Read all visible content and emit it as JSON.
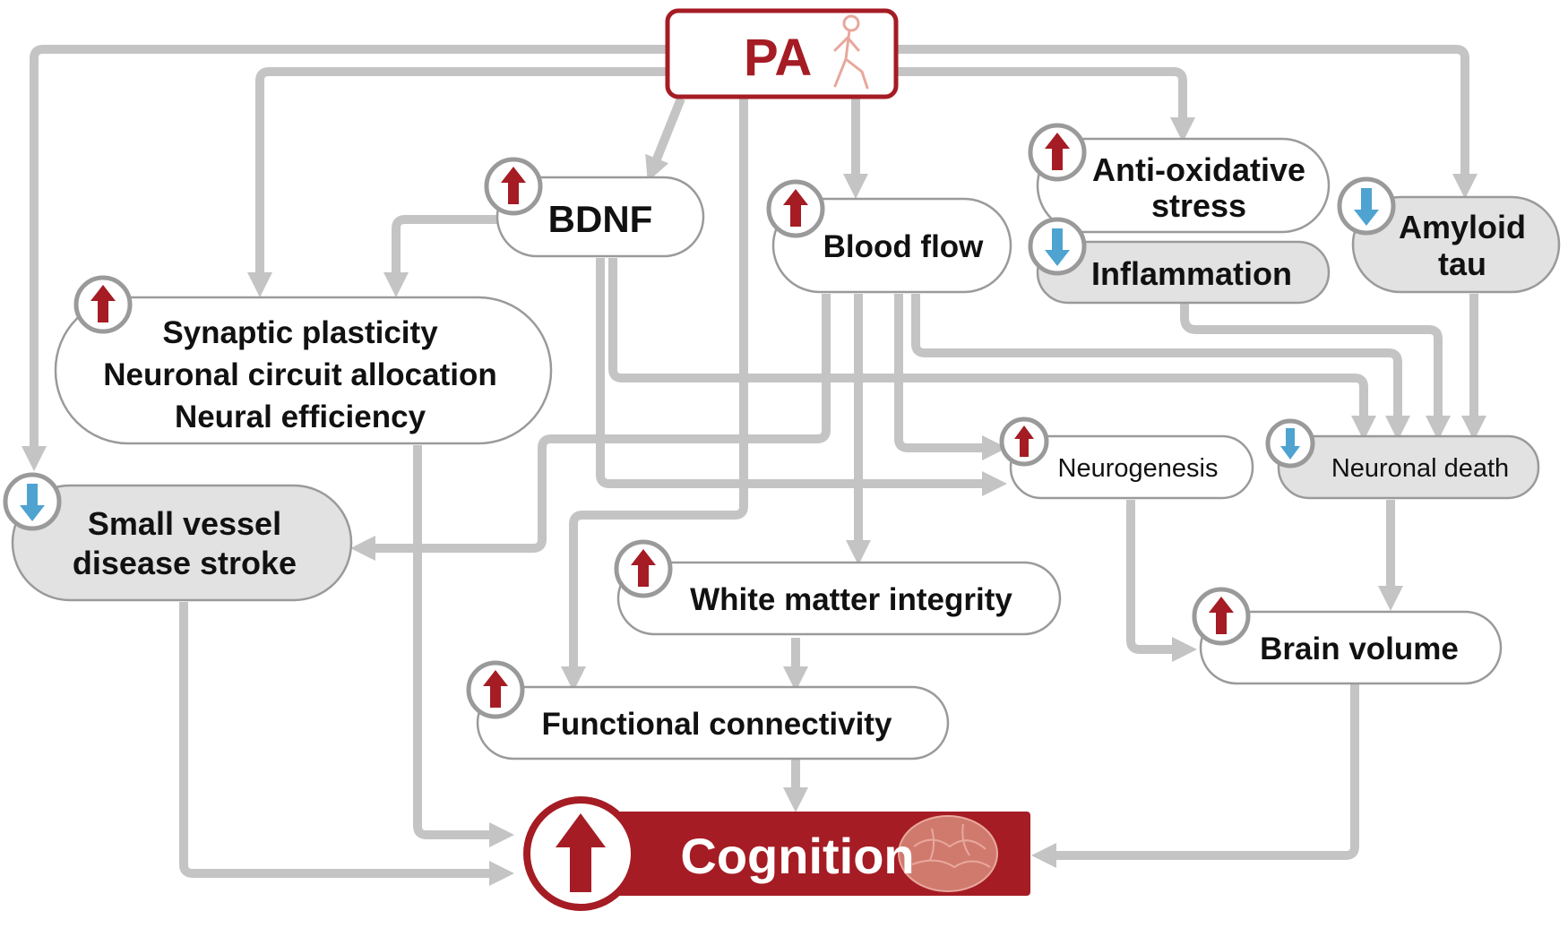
{
  "colors": {
    "arrow": "#c4c4c4",
    "box_border": "#9a9a9a",
    "box_fill_white": "#ffffff",
    "box_fill_grey": "#e2e2e2",
    "up_red": "#a51c24",
    "down_blue": "#4ea3d1",
    "cognition_red": "#a51c24"
  },
  "pa": {
    "label": "PA",
    "icon": "walking-person-icon"
  },
  "nodes": {
    "bdnf": {
      "label": "BDNF",
      "direction": "up"
    },
    "blood_flow": {
      "label": "Blood flow",
      "direction": "up"
    },
    "anti_oxidative": {
      "line1": "Anti-oxidative",
      "line2": "stress",
      "direction": "up"
    },
    "inflammation": {
      "label": "Inflammation",
      "direction": "down"
    },
    "amyloid": {
      "line1": "Amyloid",
      "line2": "tau",
      "direction": "down"
    },
    "synaptic": {
      "line1": "Synaptic plasticity",
      "line2": "Neuronal circuit allocation",
      "line3": "Neural efficiency",
      "direction": "up"
    },
    "small_vessel": {
      "line1": "Small vessel",
      "line2": "disease stroke",
      "direction": "down"
    },
    "neurogenesis": {
      "label": "Neurogenesis",
      "direction": "up"
    },
    "neuronal_death": {
      "label": "Neuronal death",
      "direction": "down"
    },
    "white_matter": {
      "label": "White matter integrity",
      "direction": "up"
    },
    "functional_connectivity": {
      "label": "Functional connectivity",
      "direction": "up"
    },
    "brain_volume": {
      "label": "Brain volume",
      "direction": "up"
    }
  },
  "cognition": {
    "label": "Cognition",
    "direction": "up",
    "icon": "brain-icon"
  }
}
